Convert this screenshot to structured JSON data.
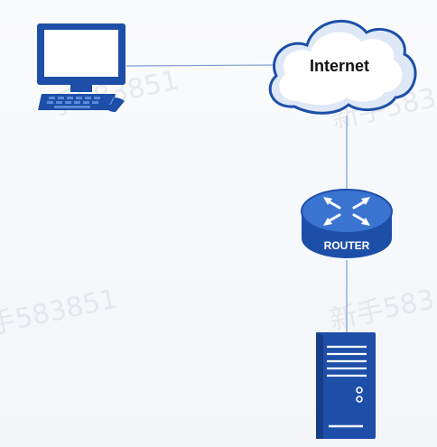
{
  "nodes": {
    "computer": {
      "label": ""
    },
    "cloud": {
      "label": "Internet"
    },
    "router": {
      "label": "ROUTER"
    },
    "server": {
      "label": ""
    }
  },
  "watermarks": [
    "手583851",
    "手583851",
    "新手583",
    "新手583"
  ],
  "colors": {
    "device_blue": "#1e4fa8",
    "device_blue_light": "#3a74d0",
    "line": "#7b9fd0",
    "cloud_fill": "#ffffff",
    "cloud_stroke": "#1e4fa8"
  },
  "icons": {
    "computer": "desktop-computer-icon",
    "cloud": "cloud-icon",
    "router": "router-icon",
    "server": "server-tower-icon"
  }
}
